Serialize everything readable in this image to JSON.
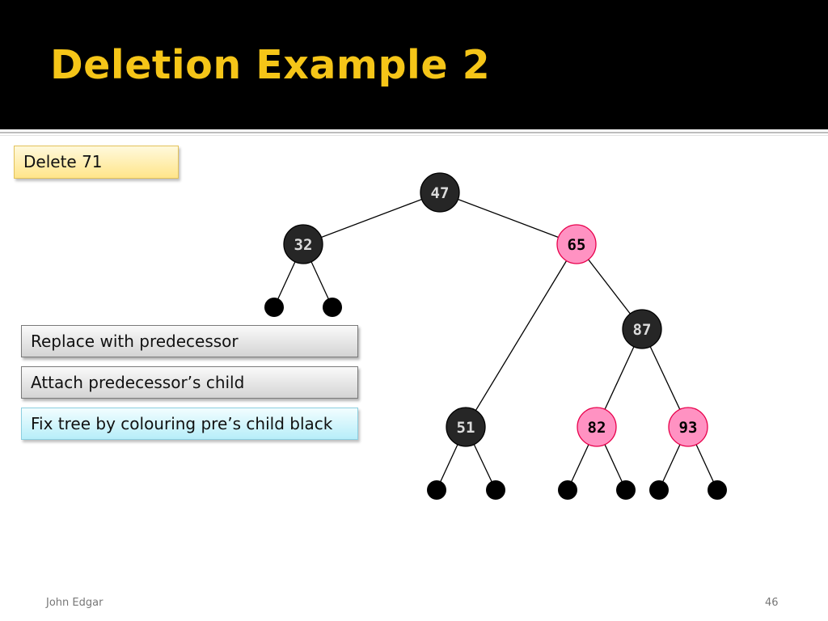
{
  "slide": {
    "title": "Deletion Example 2",
    "footer_author": "John Edgar",
    "page_number": "46"
  },
  "notes": {
    "delete": "Delete 71",
    "step1": "Replace with predecessor",
    "step2": "Attach predecessor’s child",
    "step3": "Fix tree by colouring pre’s child black"
  },
  "colors": {
    "title": "#f5c518",
    "black_node_fill": "#262626",
    "black_node_text": "#dcdcdc",
    "red_node_fill": "#ff92c2",
    "red_node_stroke": "#e8004b",
    "red_node_text": "#000000",
    "leaf": "#000000",
    "edge": "#000000"
  },
  "tree": {
    "nodes": [
      {
        "id": "n47",
        "value": "47",
        "color": "black"
      },
      {
        "id": "n32",
        "value": "32",
        "color": "black"
      },
      {
        "id": "n65",
        "value": "65",
        "color": "red"
      },
      {
        "id": "n87",
        "value": "87",
        "color": "black"
      },
      {
        "id": "n51",
        "value": "51",
        "color": "black"
      },
      {
        "id": "n82",
        "value": "82",
        "color": "red"
      },
      {
        "id": "n93",
        "value": "93",
        "color": "red"
      }
    ],
    "edges": [
      [
        "n47",
        "n32"
      ],
      [
        "n47",
        "n65"
      ],
      [
        "n65",
        "n51"
      ],
      [
        "n65",
        "n87"
      ],
      [
        "n87",
        "n82"
      ],
      [
        "n87",
        "n93"
      ],
      [
        "n32",
        "l1"
      ],
      [
        "n32",
        "l2"
      ],
      [
        "n51",
        "l3"
      ],
      [
        "n51",
        "l4"
      ],
      [
        "n82",
        "l5"
      ],
      [
        "n82",
        "l6"
      ],
      [
        "n93",
        "l7"
      ],
      [
        "n93",
        "l8"
      ]
    ],
    "null_leaves": [
      "l1",
      "l2",
      "l3",
      "l4",
      "l5",
      "l6",
      "l7",
      "l8"
    ]
  }
}
